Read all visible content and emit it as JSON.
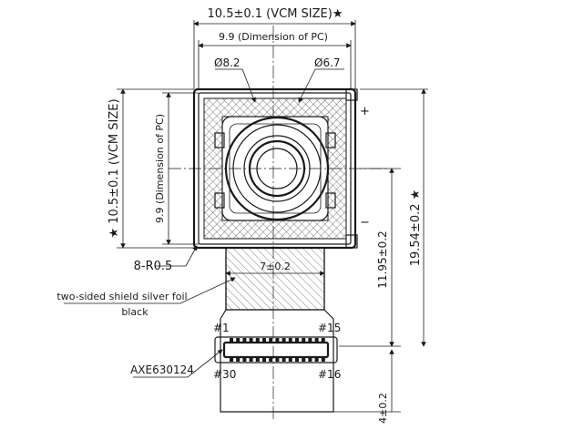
{
  "dimensions": {
    "vcm_width": "10.5±0.1 (VCM SIZE)★",
    "pc_width": "9.9 (Dimension of PC)",
    "lens_left": "Ø8.2",
    "lens_right": "Ø6.7",
    "vcm_height": "★ 10.5±0.1 (VCM SIZE)",
    "pc_height": "9.9 (Dimension of PC)",
    "corner_radius": "8-R0.5",
    "flex_width": "7±0.2",
    "height_to_connector": "11.95±0.2",
    "total_height": "19.54±0.2 ★",
    "connector_extent": "4±0.2"
  },
  "notes": {
    "shield_foil": "two-sided shield silver foil",
    "shield_color": "black",
    "part_number": "AXE630124"
  },
  "pins": {
    "top_left": "#1",
    "top_right": "#15",
    "bottom_left": "#30",
    "bottom_right": "#16"
  },
  "polarity": {
    "plus": "+",
    "minus": "−"
  },
  "colors": {
    "ink": "#1a1a1a",
    "background": "#ffffff"
  }
}
